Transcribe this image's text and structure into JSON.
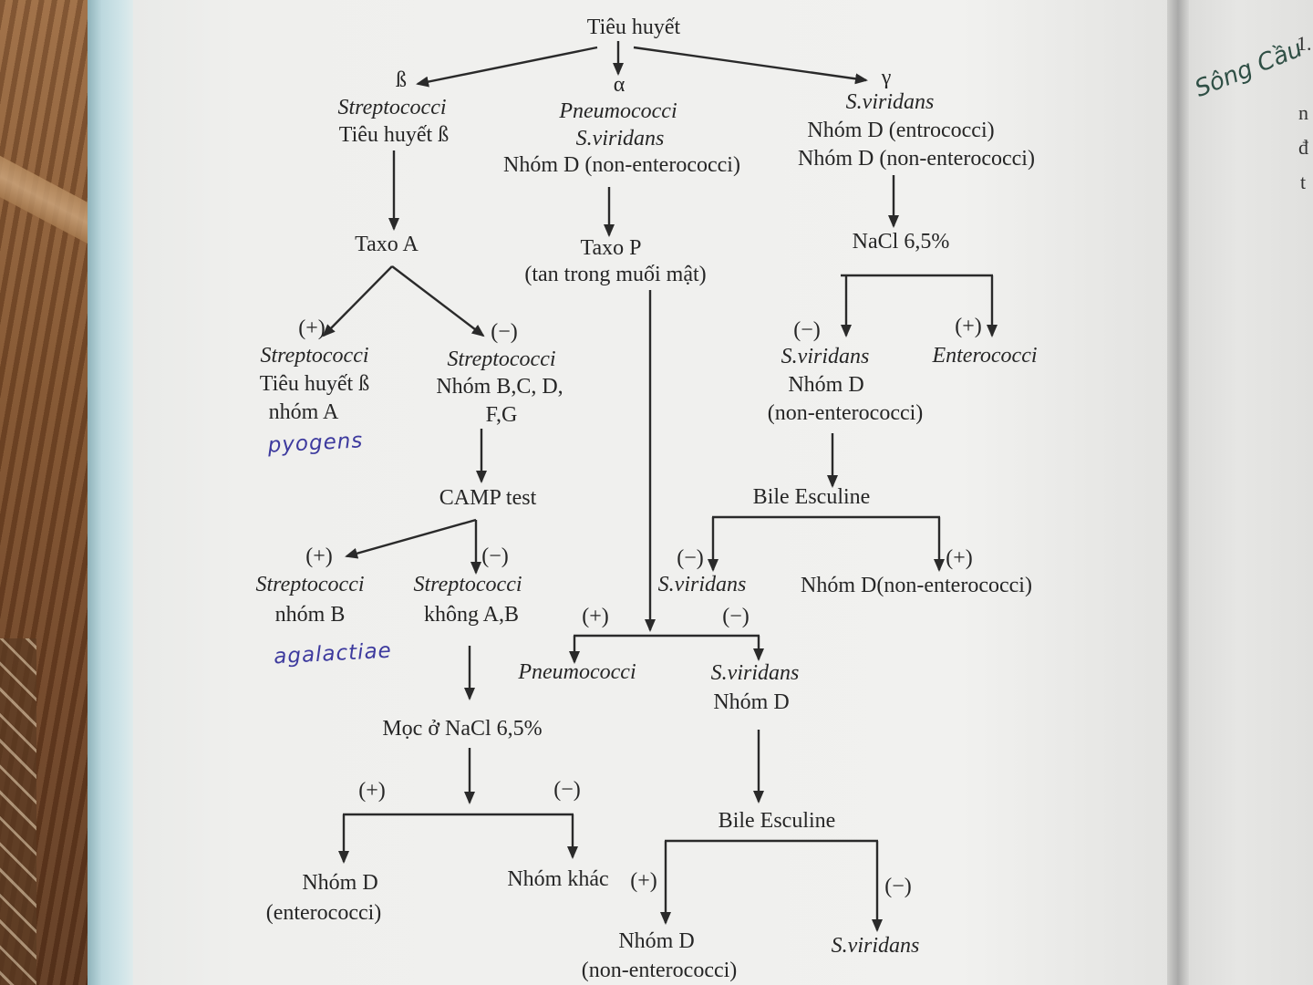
{
  "root": "Tiêu huyết",
  "hemolysis": {
    "beta": {
      "symbol": "ß",
      "genus": "Streptococci",
      "label": "Tiêu huyết ß"
    },
    "alpha": {
      "symbol": "α",
      "genus_1": "Pneumococci",
      "genus_2": "S.viridans",
      "group": "Nhóm D (non-enterococci)"
    },
    "gamma": {
      "symbol": "γ",
      "genus": "S.viridans",
      "group_1": "Nhóm D (entrococci)",
      "group_2": "Nhóm D (non-enterococci)"
    }
  },
  "beta_branch": {
    "test": "Taxo A",
    "positive": {
      "sign": "(+)",
      "genus": "Streptococci",
      "line_1": "Tiêu huyết ß",
      "line_2": "nhóm A",
      "handwritten_note": "pyogens"
    },
    "negative": {
      "sign": "(−)",
      "genus": "Streptococci",
      "line_1": "Nhóm B,C, D,",
      "line_2": "F,G"
    },
    "camp": {
      "test": "CAMP test",
      "positive": {
        "sign": "(+)",
        "genus": "Streptococci",
        "line": "nhóm B",
        "handwritten_note": "agalactiae"
      },
      "negative": {
        "sign": "(−)",
        "genus": "Streptococci",
        "line": "không A,B"
      }
    },
    "nacl": {
      "test": "Mọc ở NaCl 6,5%",
      "positive": {
        "sign": "(+)",
        "line_1": "Nhóm D",
        "line_2": "(enterococci)"
      },
      "negative": {
        "sign": "(−)",
        "line": "Nhóm khác"
      }
    }
  },
  "alpha_branch": {
    "test": "Taxo P",
    "test_note": "(tan trong muối mật)",
    "positive": {
      "sign": "(+)",
      "genus": "Pneumococci"
    },
    "negative": {
      "sign": "(−)",
      "genus": "S.viridans",
      "line": "Nhóm D"
    },
    "bile": {
      "test": "Bile Esculine",
      "positive": {
        "sign": "(+)",
        "line_1": "Nhóm D",
        "line_2": "(non-enterococci)"
      },
      "negative": {
        "sign": "(−)",
        "genus": "S.viridans"
      }
    }
  },
  "gamma_branch": {
    "test": "NaCl 6,5%",
    "negative": {
      "sign": "(−)",
      "genus": "S.viridans",
      "line_1": "Nhóm D",
      "line_2": "(non-enterococci)"
    },
    "positive": {
      "sign": "(+)",
      "genus": "Enterococci"
    },
    "bile": {
      "test": "Bile Esculine",
      "negative": {
        "sign": "(−)",
        "genus": "S.viridans"
      },
      "positive": {
        "sign": "(+)",
        "line": "Nhóm D(non-enterococci)"
      }
    }
  },
  "facing_page": {
    "number": "1.",
    "handwriting": "Sông Cầu",
    "fragments": [
      "n",
      "đ",
      "t"
    ]
  },
  "colors": {
    "ink": "#262626",
    "handwriting": "#3d3a9e",
    "margin_note": "#2f4f45",
    "page": "#efefed"
  }
}
